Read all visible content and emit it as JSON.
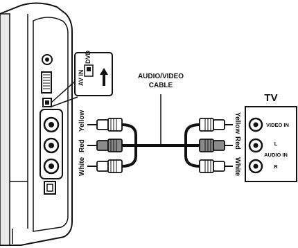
{
  "player": {
    "switch": {
      "av_in": "AV IN",
      "dvd": "DVD"
    },
    "jacks": [
      "Yellow",
      "Red",
      "White"
    ]
  },
  "cable": {
    "line1": "AUDIO/VIDEO",
    "line2": "CABLE"
  },
  "tv": {
    "title": "TV",
    "plugs": [
      "Yellow",
      "Red",
      "White"
    ],
    "video_in": "VIDEO IN",
    "audio_l": "L",
    "audio_in": "AUDIO IN",
    "audio_r": "R"
  },
  "colors": {
    "yellow_plug": "#ffffff",
    "red_plug": "#8a8a8a",
    "white_plug": "#ffffff",
    "line": "#111111"
  }
}
